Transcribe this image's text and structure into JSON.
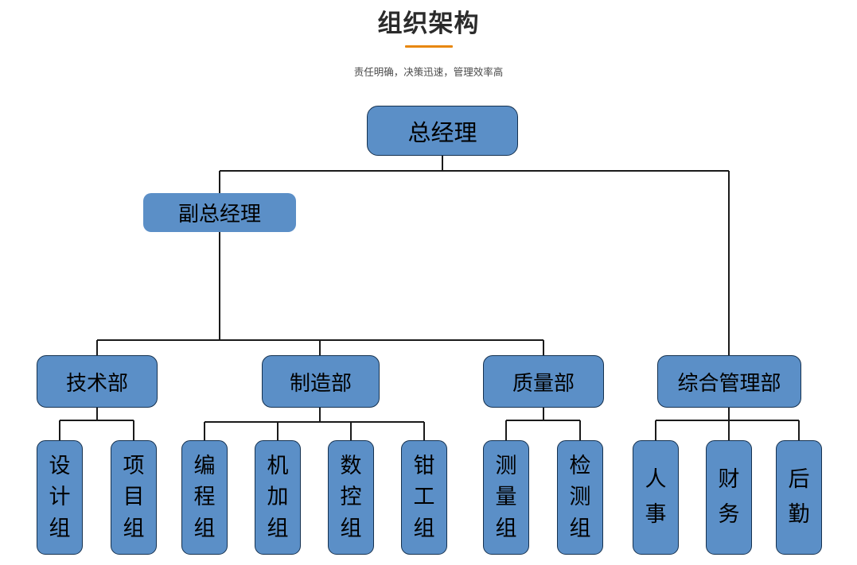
{
  "header": {
    "title": "组织架构",
    "subtitle": "责任明确，决策迅速，管理效率高",
    "accent_color": "#e8870c"
  },
  "theme": {
    "node_fill": "#5b8fc7",
    "node_border": "#15314f",
    "connector_color": "#1a1a1a",
    "text_color": "#000000",
    "background": "#ffffff"
  },
  "chart_data": {
    "type": "diagram",
    "diagram_kind": "org-chart",
    "title": "组织架构",
    "levels": 4,
    "nodes": [
      {
        "id": "gm",
        "label": "总经理",
        "level": 1,
        "parent": null
      },
      {
        "id": "vgm",
        "label": "副总经理",
        "level": 2,
        "parent": "gm"
      },
      {
        "id": "tech",
        "label": "技术部",
        "level": 3,
        "parent": "vgm"
      },
      {
        "id": "mfg",
        "label": "制造部",
        "level": 3,
        "parent": "vgm"
      },
      {
        "id": "qa",
        "label": "质量部",
        "level": 3,
        "parent": "vgm"
      },
      {
        "id": "adm",
        "label": "综合管理部",
        "level": 3,
        "parent": "gm"
      },
      {
        "id": "t1",
        "label": "设计组",
        "level": 4,
        "parent": "tech"
      },
      {
        "id": "t2",
        "label": "项目组",
        "level": 4,
        "parent": "tech"
      },
      {
        "id": "m1",
        "label": "编程组",
        "level": 4,
        "parent": "mfg"
      },
      {
        "id": "m2",
        "label": "机加组",
        "level": 4,
        "parent": "mfg"
      },
      {
        "id": "m3",
        "label": "数控组",
        "level": 4,
        "parent": "mfg"
      },
      {
        "id": "m4",
        "label": "钳工组",
        "level": 4,
        "parent": "mfg"
      },
      {
        "id": "q1",
        "label": "测量组",
        "level": 4,
        "parent": "qa"
      },
      {
        "id": "q2",
        "label": "检测组",
        "level": 4,
        "parent": "qa"
      },
      {
        "id": "a1",
        "label": "人事",
        "level": 4,
        "parent": "adm"
      },
      {
        "id": "a2",
        "label": "财务",
        "level": 4,
        "parent": "adm"
      },
      {
        "id": "a3",
        "label": "后勤",
        "level": 4,
        "parent": "adm"
      }
    ]
  },
  "nodes": {
    "gm": "总经理",
    "vgm": "副总经理",
    "tech": "技术部",
    "mfg": "制造部",
    "qa": "质量部",
    "adm": "综合管理部",
    "t1": {
      "c0": "设",
      "c1": "计",
      "c2": "组"
    },
    "t2": {
      "c0": "项",
      "c1": "目",
      "c2": "组"
    },
    "m1": {
      "c0": "编",
      "c1": "程",
      "c2": "组"
    },
    "m2": {
      "c0": "机",
      "c1": "加",
      "c2": "组"
    },
    "m3": {
      "c0": "数",
      "c1": "控",
      "c2": "组"
    },
    "m4": {
      "c0": "钳",
      "c1": "工",
      "c2": "组"
    },
    "q1": {
      "c0": "测",
      "c1": "量",
      "c2": "组"
    },
    "q2": {
      "c0": "检",
      "c1": "测",
      "c2": "组"
    },
    "a1": {
      "c0": "人",
      "c1": "事"
    },
    "a2": {
      "c0": "财",
      "c1": "务"
    },
    "a3": {
      "c0": "后",
      "c1": "勤"
    }
  }
}
